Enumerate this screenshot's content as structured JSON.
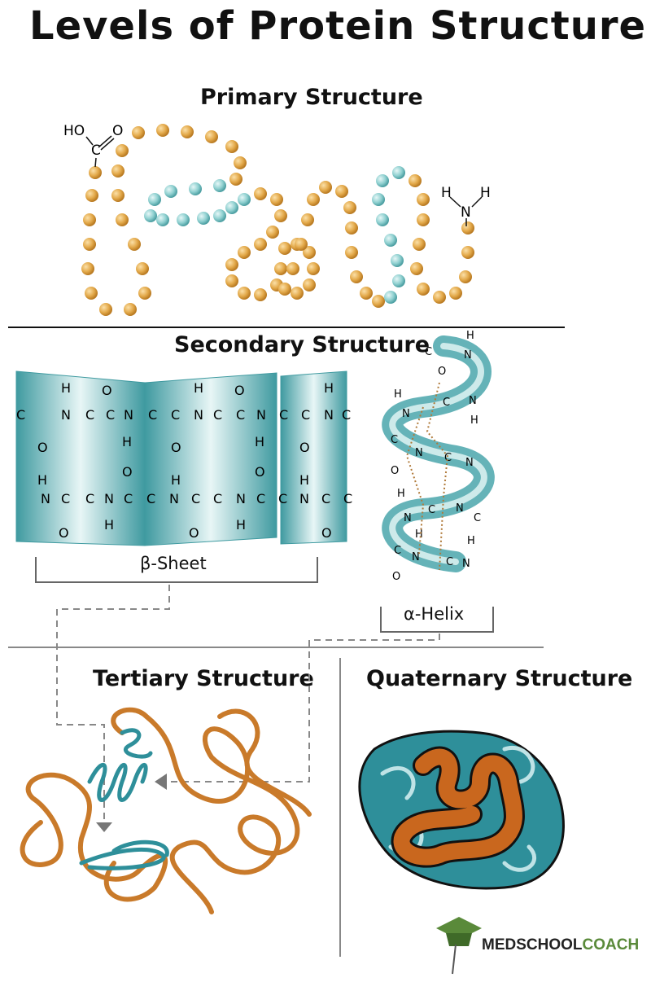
{
  "title": "Levels of Protein Structure",
  "sections": {
    "primary": "Primary Structure",
    "secondary": "Secondary Structure",
    "tertiary": "Tertiary Structure",
    "quaternary": "Quaternary Structure"
  },
  "labels": {
    "beta_sheet": "β-Sheet",
    "alpha_helix": "α-Helix",
    "carboxyl": "HO",
    "c": "C",
    "o": "O",
    "n": "N",
    "h": "H"
  },
  "logo": {
    "part1": "MEDSCHOOL",
    "part2": "COACH"
  },
  "colors": {
    "bead_orange": "#e3a94a",
    "bead_teal": "#8fd0d0",
    "sheet_teal": "#4aa6ab",
    "tertiary_orange": "#c97a2a",
    "quaternary_teal": "#2e8f9a",
    "quaternary_orange": "#c9671e",
    "logo_green": "#5a8a3a"
  }
}
